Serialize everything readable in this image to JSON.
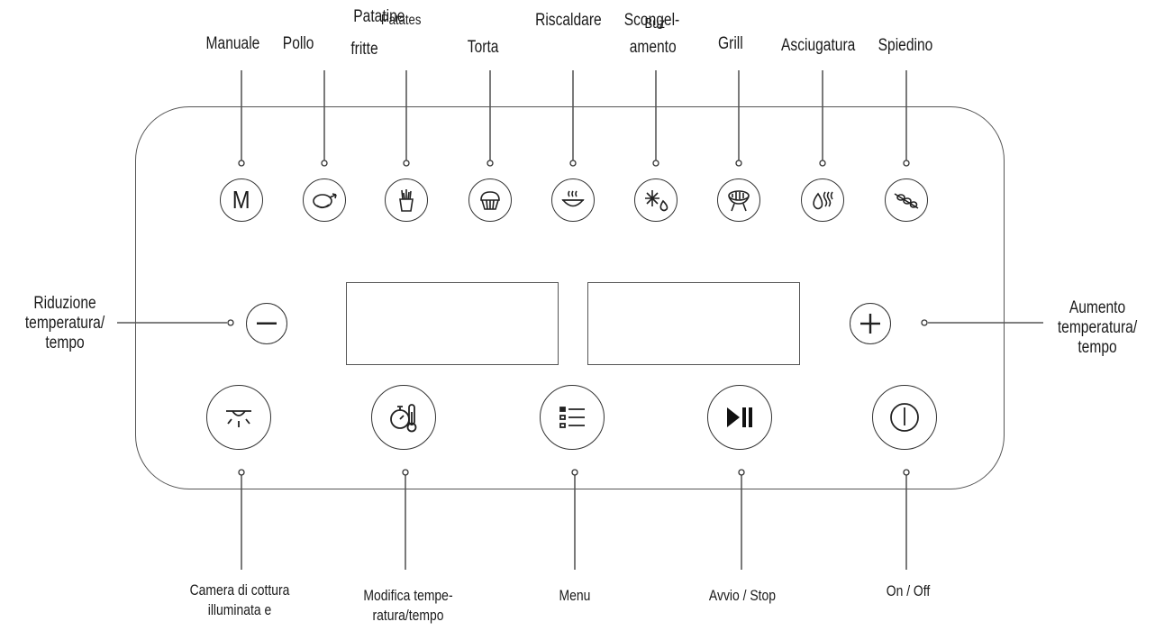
{
  "top_labels": {
    "manuale": "Manuale",
    "pollo": "Pollo",
    "patatine_a": "Patatine",
    "patatine_b": "Patates",
    "patatine_c": "fritte",
    "torta": "Torta",
    "riscaldare": "Riscaldare",
    "scongel_a": "Scongel-",
    "scongel_b": "Buz",
    "scongel_c": "amento",
    "grill": "Grill",
    "asciugatura": "Asciugatura",
    "spiedino": "Spiedino"
  },
  "side_labels": {
    "riduzione": "Riduzione\ntemperatura/\ntempo",
    "aumento": "Aumento\ntemperatura/\ntempo"
  },
  "bottom_labels": {
    "camera": "Camera di cottura\nilluminata e",
    "modifica": "Modifica tempe-\nratura/tempo",
    "menu": "Menu",
    "avvio": "Avvio / Stop",
    "onoff": "On / Off"
  },
  "icons": {
    "manuale_letter": "M",
    "names": [
      "manual-icon",
      "chicken-icon",
      "fries-icon",
      "cake-icon",
      "reheat-icon",
      "defrost-icon",
      "grill-icon",
      "dehydrate-icon",
      "skewer-icon",
      "minus-icon",
      "plus-icon",
      "light-icon",
      "timer-thermometer-icon",
      "menu-list-icon",
      "play-pause-icon",
      "power-icon"
    ]
  }
}
